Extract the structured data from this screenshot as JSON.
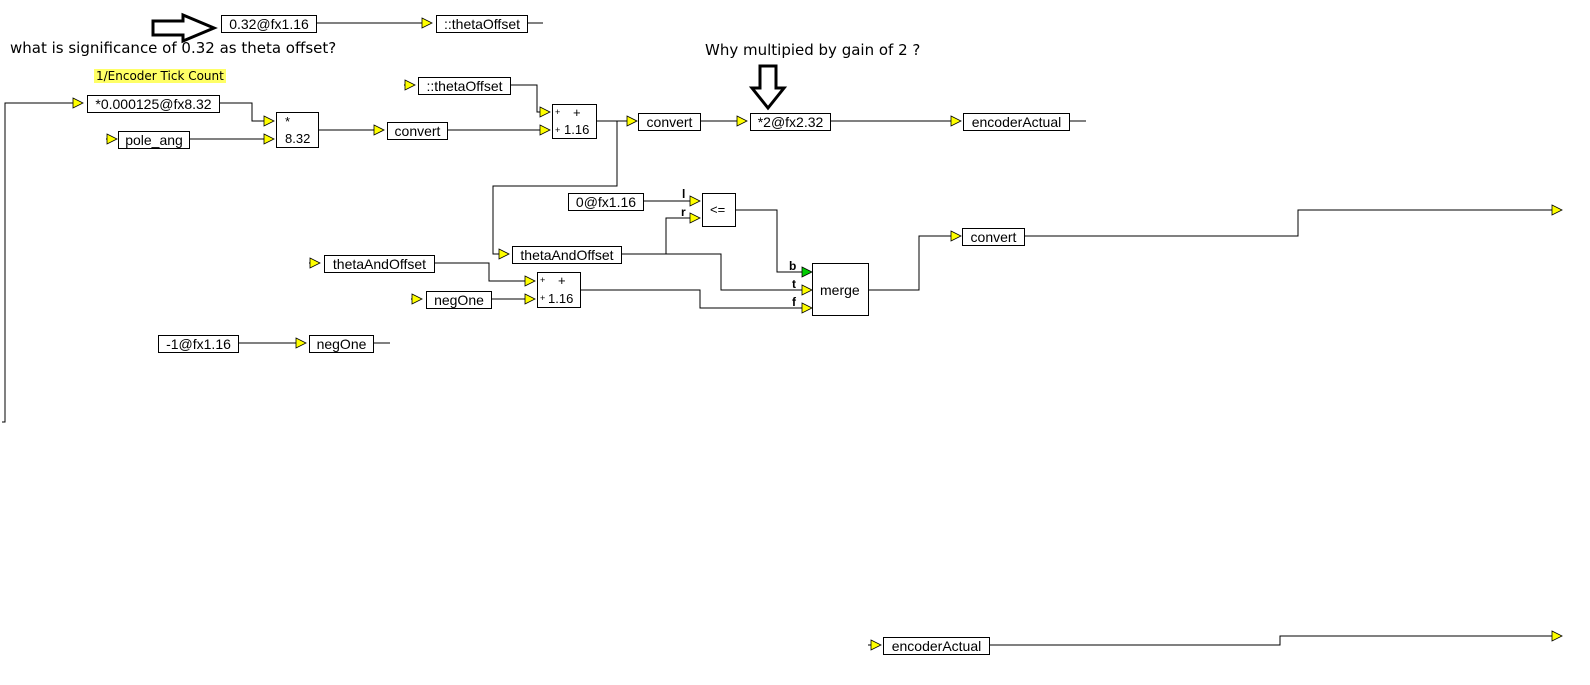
{
  "annotations": {
    "theta_question": "what is significance of 0.32 as theta offset?",
    "gain_question": "Why multipied by gain of 2 ?",
    "tick_label": "1/Encoder Tick Count"
  },
  "blocks": {
    "const_offset": "0.32@fx1.16",
    "theta_offset_out": "::thetaOffset",
    "theta_offset_in": "::thetaOffset",
    "scale_const": "*0.000125@fx8.32",
    "pole_ang": "pole_ang",
    "convert1": "convert",
    "convert2": "convert",
    "gain": "*2@fx2.32",
    "encoder_actual_out": "encoderActual",
    "zero_const": "0@fx1.16",
    "theta_and_offset_mid": "thetaAndOffset",
    "theta_and_offset_in": "thetaAndOffset",
    "neg_one_in": "negOne",
    "neg_one_const": "-1@fx1.16",
    "neg_one_out": "negOne",
    "convert3": "convert",
    "encoder_actual_in": "encoderActual"
  },
  "operators": {
    "multiply": {
      "op": "*",
      "format": "8.32"
    },
    "add1": {
      "op": "+",
      "format": "1.16"
    },
    "add2": {
      "op": "+",
      "format": "1.16"
    },
    "compare": {
      "op": "<="
    },
    "merge": {
      "op": "merge"
    }
  },
  "ports": {
    "l": "l",
    "r": "r",
    "b": "b",
    "t": "t",
    "f": "f",
    "plus": "+"
  },
  "colors": {
    "arrow_fill": "#ffff00",
    "select_arrow": "#00cc00",
    "highlight": "#ffff66"
  }
}
